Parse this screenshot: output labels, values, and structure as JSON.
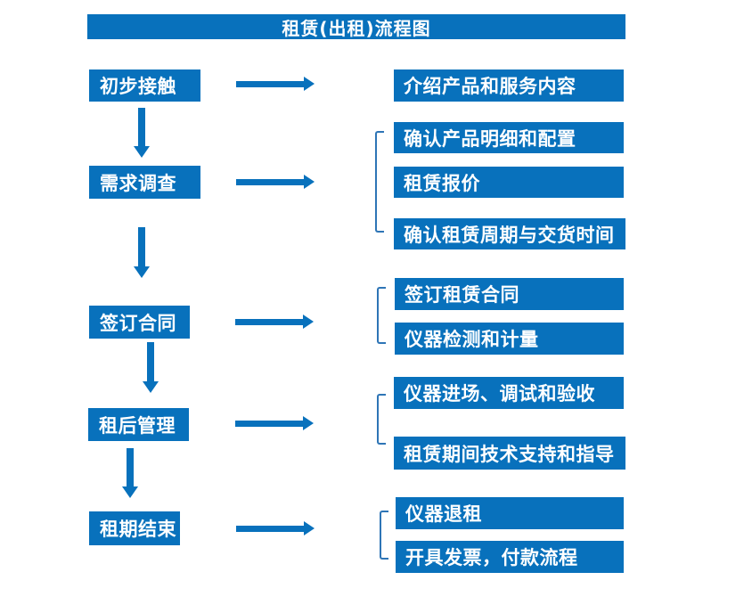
{
  "title": "租赁(出租)流程图",
  "colors": {
    "primary": "#0871BC",
    "bracket": "#2E75B6",
    "text_on_primary": "#FFFFFF",
    "canvas_bg": "#FFFFFF"
  },
  "flow": {
    "steps": [
      {
        "label": "初步接触",
        "outputs": [
          "介绍产品和服务内容"
        ]
      },
      {
        "label": "需求调查",
        "outputs": [
          "确认产品明细和配置",
          "租赁报价",
          "确认租赁周期与交货时间"
        ]
      },
      {
        "label": "签订合同",
        "outputs": [
          "签订租赁合同",
          "仪器检测和计量"
        ]
      },
      {
        "label": "租后管理",
        "outputs": [
          "仪器进场、调试和验收",
          "租赁期间技术支持和指导"
        ]
      },
      {
        "label": "租期结束",
        "outputs": [
          "仪器退租",
          "开具发票，付款流程"
        ]
      }
    ]
  }
}
